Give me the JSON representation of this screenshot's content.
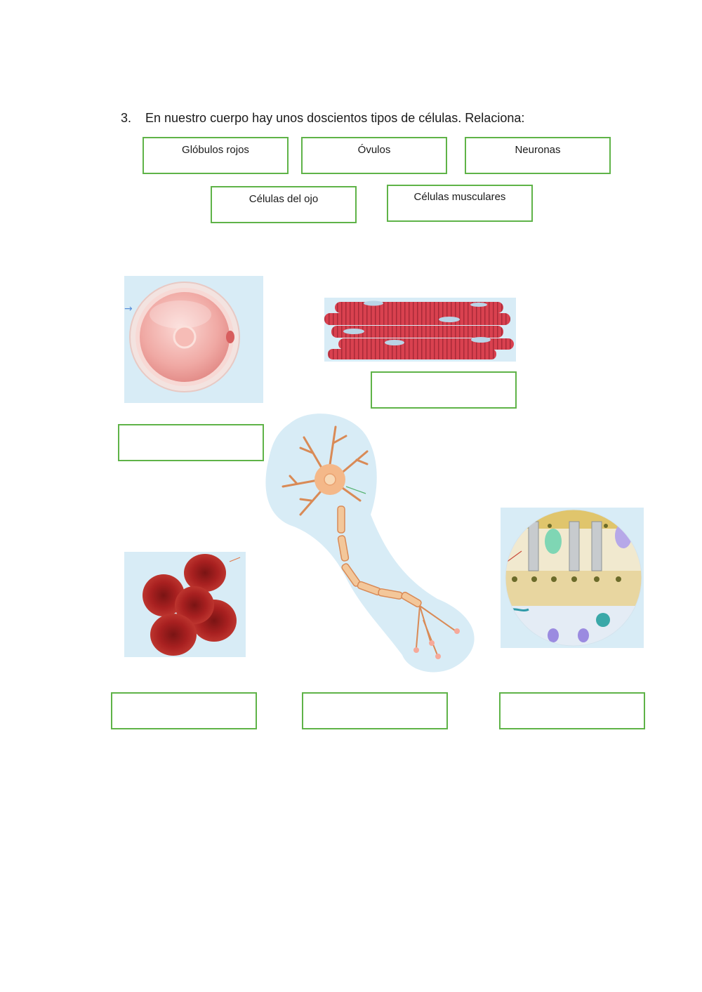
{
  "question": {
    "number": "3.",
    "text": "En nuestro cuerpo hay unos doscientos tipos de células. Relaciona:"
  },
  "word_bank": [
    "Glóbulos rojos",
    "Óvulos",
    "Neuronas",
    "Células del ojo",
    "Células musculares"
  ],
  "images": [
    {
      "icon": "ovum-cell-icon"
    },
    {
      "icon": "muscle-cells-icon"
    },
    {
      "icon": "neuron-icon"
    },
    {
      "icon": "red-blood-cells-icon"
    },
    {
      "icon": "eye-retina-cells-icon"
    }
  ],
  "answers": [
    "",
    "",
    "",
    "",
    ""
  ],
  "colors": {
    "box_border": "#5fb348",
    "image_bg": "#d8ecf6"
  }
}
